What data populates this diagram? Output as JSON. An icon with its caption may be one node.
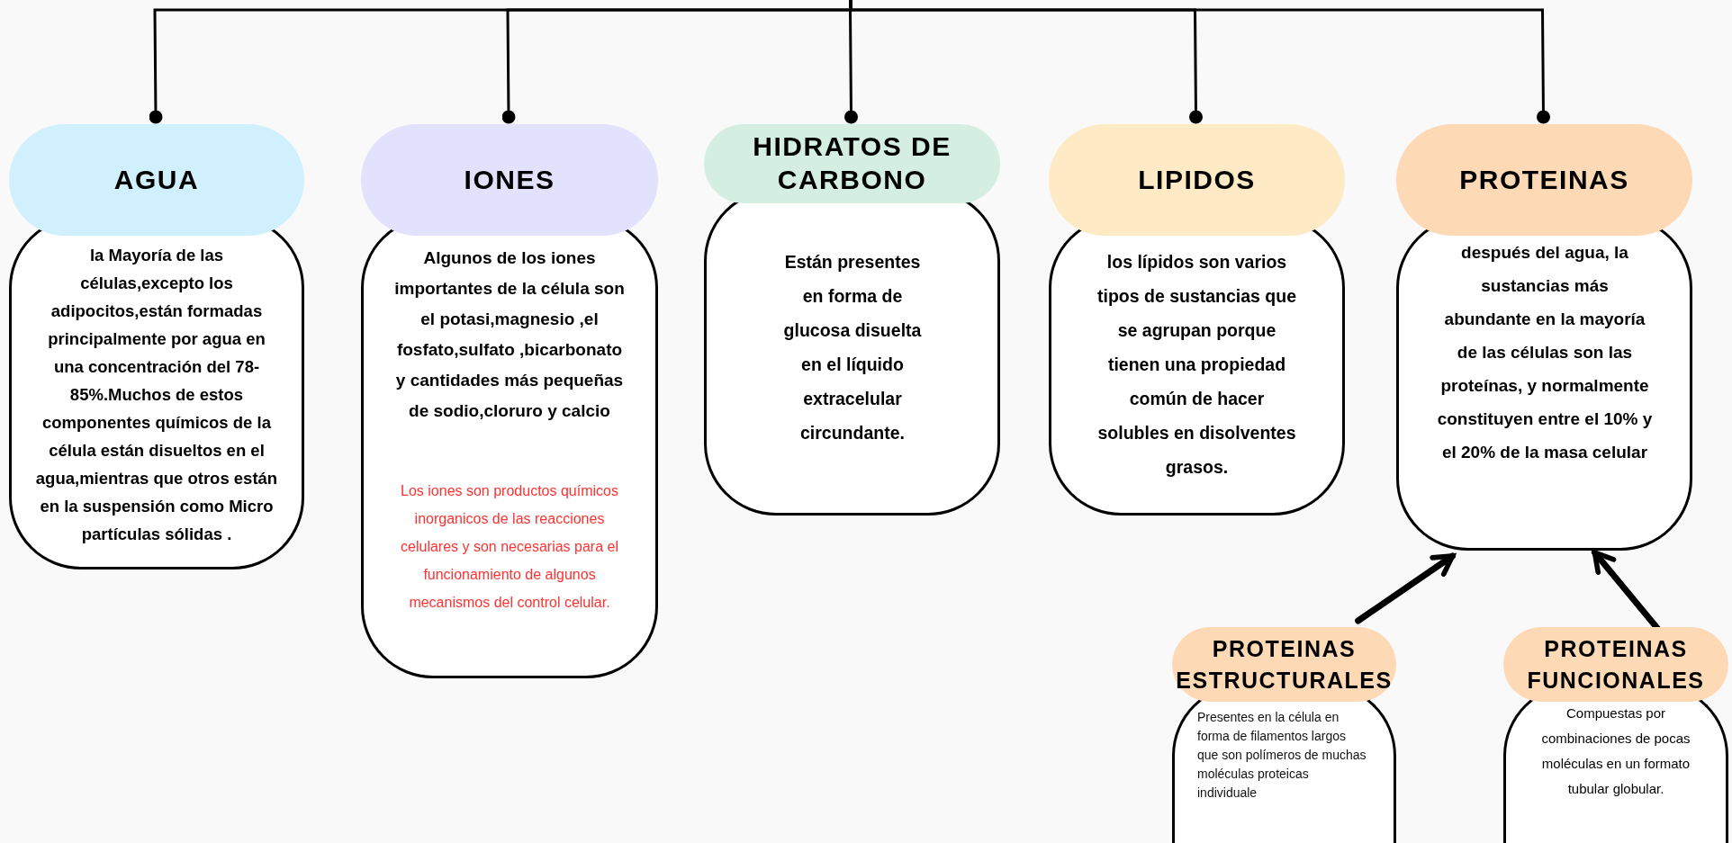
{
  "diagram": {
    "nodes": [
      {
        "text": [
          "AGUA",
          "la Mayoría de las células,excepto los adipocitos,están formadas principalmente por agua en una concentración del 78-85%.Muchos de estos componentes químicos de la célula están disueltos en el agua,mientras que otros están en la suspensión como Micro partículas sólidas ."
        ]
      },
      {
        "text": [
          "IONES",
          "Algunos de los iones importantes de la célula son el potasi,magnesio ,el fosfato,sulfato ,bicarbonato y cantidades más pequeñas de sodio,cloruro y calcio",
          "Los iones son productos químicos inorganicos de las reacciones celulares y son necesarias para el funcionamiento de algunos mecanismos del control celular."
        ]
      },
      {
        "text": [
          "HIDRATOS DE CARBONO",
          "Están presentes en forma de glucosa disuelta en el líquido extracelular circundante."
        ]
      },
      {
        "text": [
          "LIPIDOS",
          "los lípidos son varios tipos de sustancias que se agrupan porque tienen una propiedad común de hacer solubles en disolventes grasos."
        ]
      },
      {
        "text": [
          "PROTEINAS",
          "después del agua, la sustancias más abundante en la mayoría de las células son las proteínas, y normalmente constituyen entre el 10% y el 20% de la masa celular"
        ]
      },
      {
        "text": [
          "PROTEINAS ESTRUCTURALES",
          "Presentes en la célula en forma de filamentos largos que son polímeros de muchas moléculas proteicas individuale"
        ]
      },
      {
        "text": [
          "PROTEINAS FUNCIONALES",
          "Compuestas por combinaciones de pocas moléculas en un formato tubular globular."
        ]
      }
    ],
    "edges": [
      {
        "from": null,
        "to": 0,
        "arrow": "other"
      },
      {
        "from": null,
        "to": 1,
        "arrow": "other"
      },
      {
        "from": null,
        "to": 2,
        "arrow": "other"
      },
      {
        "from": null,
        "to": 3,
        "arrow": "other"
      },
      {
        "from": null,
        "to": 4,
        "arrow": "other"
      },
      {
        "from": 5,
        "to": 4,
        "arrow": "to",
        "style": "thick"
      },
      {
        "from": 6,
        "to": 4,
        "arrow": "to",
        "style": "thick"
      }
    ]
  }
}
